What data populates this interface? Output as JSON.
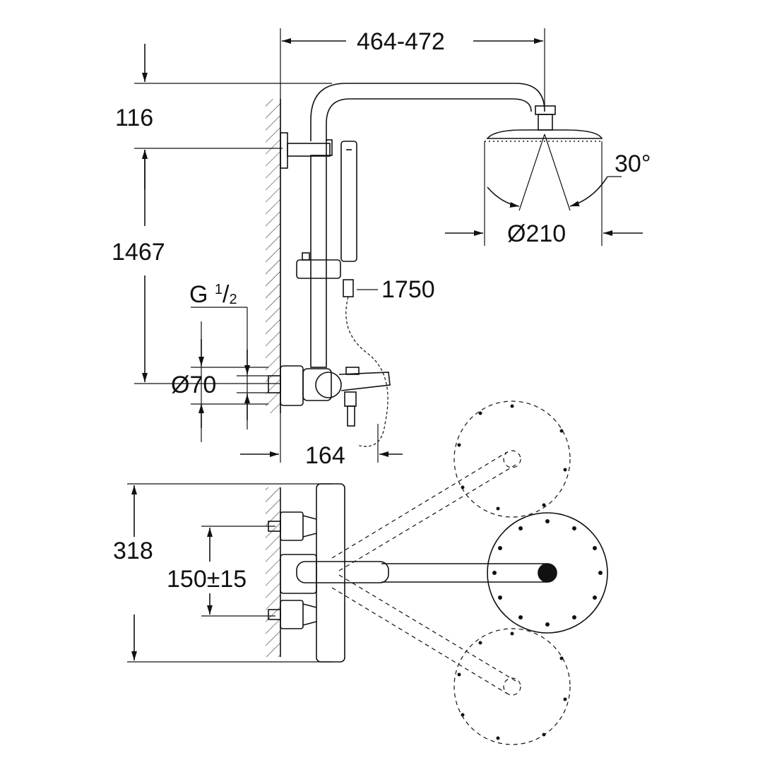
{
  "drawing": {
    "dimensions": {
      "arm_projection": "464-472",
      "head_offset": "116",
      "spray_angle": "30°",
      "height": "1467",
      "head_diameter": "Ø210",
      "hose_length": "1750",
      "thread_main": "G",
      "thread_num": "1",
      "thread_den": "2",
      "escutcheon_diameter": "Ø70",
      "spout_projection": "164",
      "body_width": "318",
      "centre_distance": "150±15"
    },
    "colors": {
      "line": "#111111",
      "background": "#ffffff"
    }
  }
}
